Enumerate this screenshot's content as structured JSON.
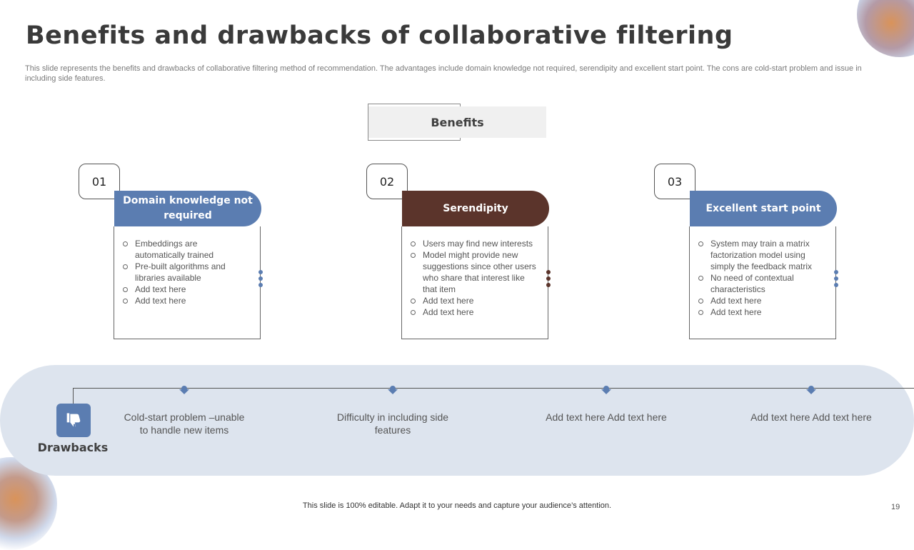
{
  "title": "Benefits and drawbacks of collaborative filtering",
  "subtitle": "This slide represents the benefits and drawbacks of collaborative filtering method of recommendation. The advantages include domain knowledge not required, serendipity and excellent start point.  The cons are cold-start problem and issue in including side features.",
  "benefits_label": "Benefits",
  "cards": [
    {
      "number": "01",
      "heading": "Domain knowledge not required",
      "color": "#5b7db1",
      "bullets": [
        "Embeddings are automatically trained",
        "Pre-built algorithms and libraries available",
        "Add text here",
        "Add text here"
      ]
    },
    {
      "number": "02",
      "heading": "Serendipity",
      "color": "#5b342b",
      "bullets": [
        "Users may find new interests",
        "Model might provide new suggestions since other users who share that interest like that item",
        "Add text here",
        "Add text here"
      ]
    },
    {
      "number": "03",
      "heading": "Excellent start point",
      "color": "#5b7db1",
      "bullets": [
        "System may train a matrix factorization model using simply the feedback matrix",
        "No need of contextual characteristics",
        "Add text here",
        "Add text here"
      ]
    }
  ],
  "drawbacks": {
    "label": "Drawbacks",
    "icon": "thumbs-down-icon",
    "items": [
      "Cold-start problem –unable to handle new items",
      "Difficulty in including side features",
      "Add text here Add text here",
      "Add text here Add text here"
    ]
  },
  "footer": "This slide is 100% editable. Adapt it to your needs and capture your audience’s attention.",
  "page_number": "19",
  "colors": {
    "accent_blue": "#5b7db1",
    "accent_brown": "#5b342b",
    "band": "#dde4ee"
  }
}
